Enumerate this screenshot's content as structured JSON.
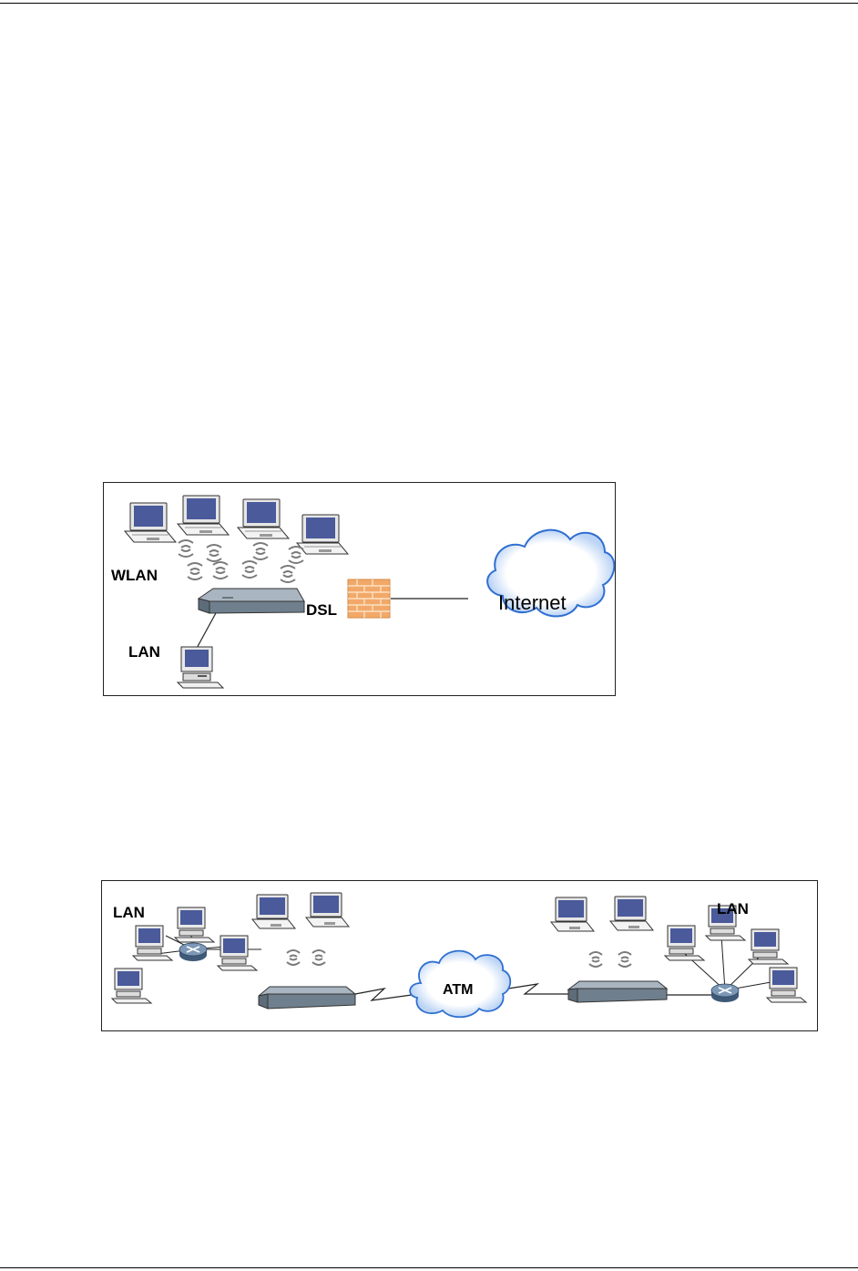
{
  "figure1": {
    "labels": {
      "wlan": "WLAN",
      "lan": "LAN",
      "dsl": "DSL",
      "internet": "Internet"
    }
  },
  "figure2": {
    "labels": {
      "lan_left": "LAN",
      "lan_right": "LAN",
      "atm": "ATM"
    }
  },
  "colors": {
    "laptop_screen": "#4a5a9a",
    "device_body": "#6f7f8d",
    "device_top": "#a9b6c1",
    "firewall": "#f2a868",
    "cloud_fill": "#ffffff",
    "cloud_edge": "#2f6fd1",
    "router": "#5f7d9c"
  }
}
